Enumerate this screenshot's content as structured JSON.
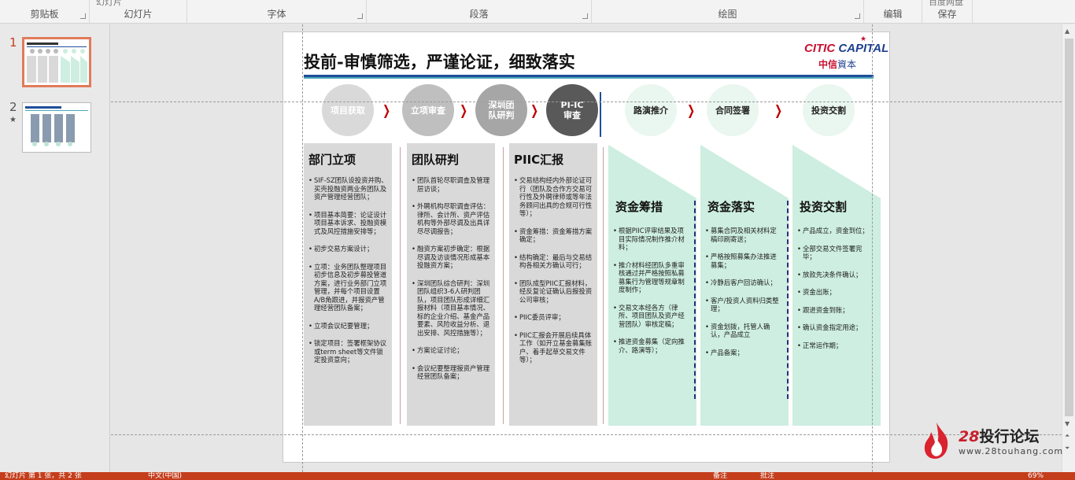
{
  "ribbon": {
    "groups": [
      "剪贴板",
      "幻灯片",
      "字体",
      "段落",
      "绘图",
      "编辑",
      "保存"
    ],
    "partial_top": [
      "幻灯片",
      "百度网盘"
    ]
  },
  "thumbnails": [
    {
      "number": "1"
    },
    {
      "number": "2",
      "mark": "★"
    }
  ],
  "slide": {
    "title": "投前-审慎筛选，严谨论证，细致落实",
    "logo_en_a": "CITIC",
    "logo_en_b": "CAPITAL",
    "logo_cn_a": "中信",
    "logo_cn_b": "資本",
    "stages": [
      "项目获取",
      "立项审查",
      "深圳团队研判",
      "PI-IC审查",
      "路演推介",
      "合同签署",
      "投资交割"
    ],
    "chevron": "❯",
    "columns": [
      {
        "title": "部门立项",
        "items": [
          "SIF-SZ团队设投资并购、买壳投融资两业务团队及资产管理经营团队；",
          "项目基本简要：论证设计项目基本诉求、投融资模式及风控措施安排等；",
          "初步交易方案设计；",
          "立项：业务团队整理项目初步信息及初步募投管道方案，进行业务部门立项管理，并每个项目设置A/B角跟进，并报资产管理经营团队备案；",
          "立项会议纪要管理；",
          "锁定项目：签署框架协议或term sheet等文件锁定投资意向；"
        ]
      },
      {
        "title": "团队研判",
        "items": [
          "团队首轮尽职调查及管理层访谈；",
          "外聘机构尽职调查评估：律所、会计所、资产评估机构等外部尽调及出具详尽尽调报告；",
          "融资方案初步确定：根据尽调及访谈情况形成基本投融资方案；",
          "深圳团队综合研判：深圳团队组织3-6人研判团队，项目团队形成详细汇报材料（项目基本情况、标的企业介绍、基金产品要素、风险收益分析、退出安排、风控措施等）；",
          "方案论证讨论；",
          "会议纪要整理报资产管理经营团队备案；"
        ]
      },
      {
        "title": "PIIC汇报",
        "items": [
          "交易结构经内外部论证可行（团队及合作方交易可行性及外聘律师或等年法务顾问出具的合规可行性等）；",
          "资金筹措：资金筹措方案确定；",
          "结构确定：最后与交易结构各相关方确认可行；",
          "团队成型PIIC汇报材料，经反复论证确认后报投资公司审核；",
          "PIIC委员评审；",
          "PIIC汇报会开展后续具体工作（如开立基金募集账户、着手起草交易文件等）；"
        ]
      }
    ],
    "tcolumns": [
      {
        "title": "资金筹措",
        "items": [
          "根据PIIC评审结果及项目实际情况制作推介材料；",
          "推介材料经团队多重审核通过并严格按照私募募集行为管理等规章制度制作；",
          "交易文本经各方（律所、项目团队及资产经营团队）审核定稿；",
          "推进资金募集（定向推介、路演等）；"
        ]
      },
      {
        "title": "资金落实",
        "items": [
          "募集合同及相关材料定稿印刷寄送；",
          "严格按照募集办法推进募集；",
          "冷静后客户回访确认；",
          "客户/投资人资料归类整理；",
          "资金划拨，托管人确认，产品成立",
          "产品备案；"
        ]
      },
      {
        "title": "投资交割",
        "items": [
          "产品成立，资金到位；",
          "全部交易文件签署完毕；",
          "放款先决条件确认；",
          "资金出账；",
          "跟进资金到账；",
          "确认资金指定用途；",
          "正常运作期；"
        ]
      }
    ]
  },
  "watermark": {
    "num": "28",
    "text": "投行论坛",
    "url": "www.28touhang.com"
  },
  "status": {
    "left": "幻灯片 第 1 张，共 2 张",
    "lang": "中文(中国)",
    "notes": "备注",
    "comments": "批注",
    "zoom": "69%"
  },
  "colors": {
    "accent_red": "#c00000",
    "status_bar": "#c43e1c",
    "mint": "#cdeee0",
    "navy": "#1f4e9a"
  }
}
